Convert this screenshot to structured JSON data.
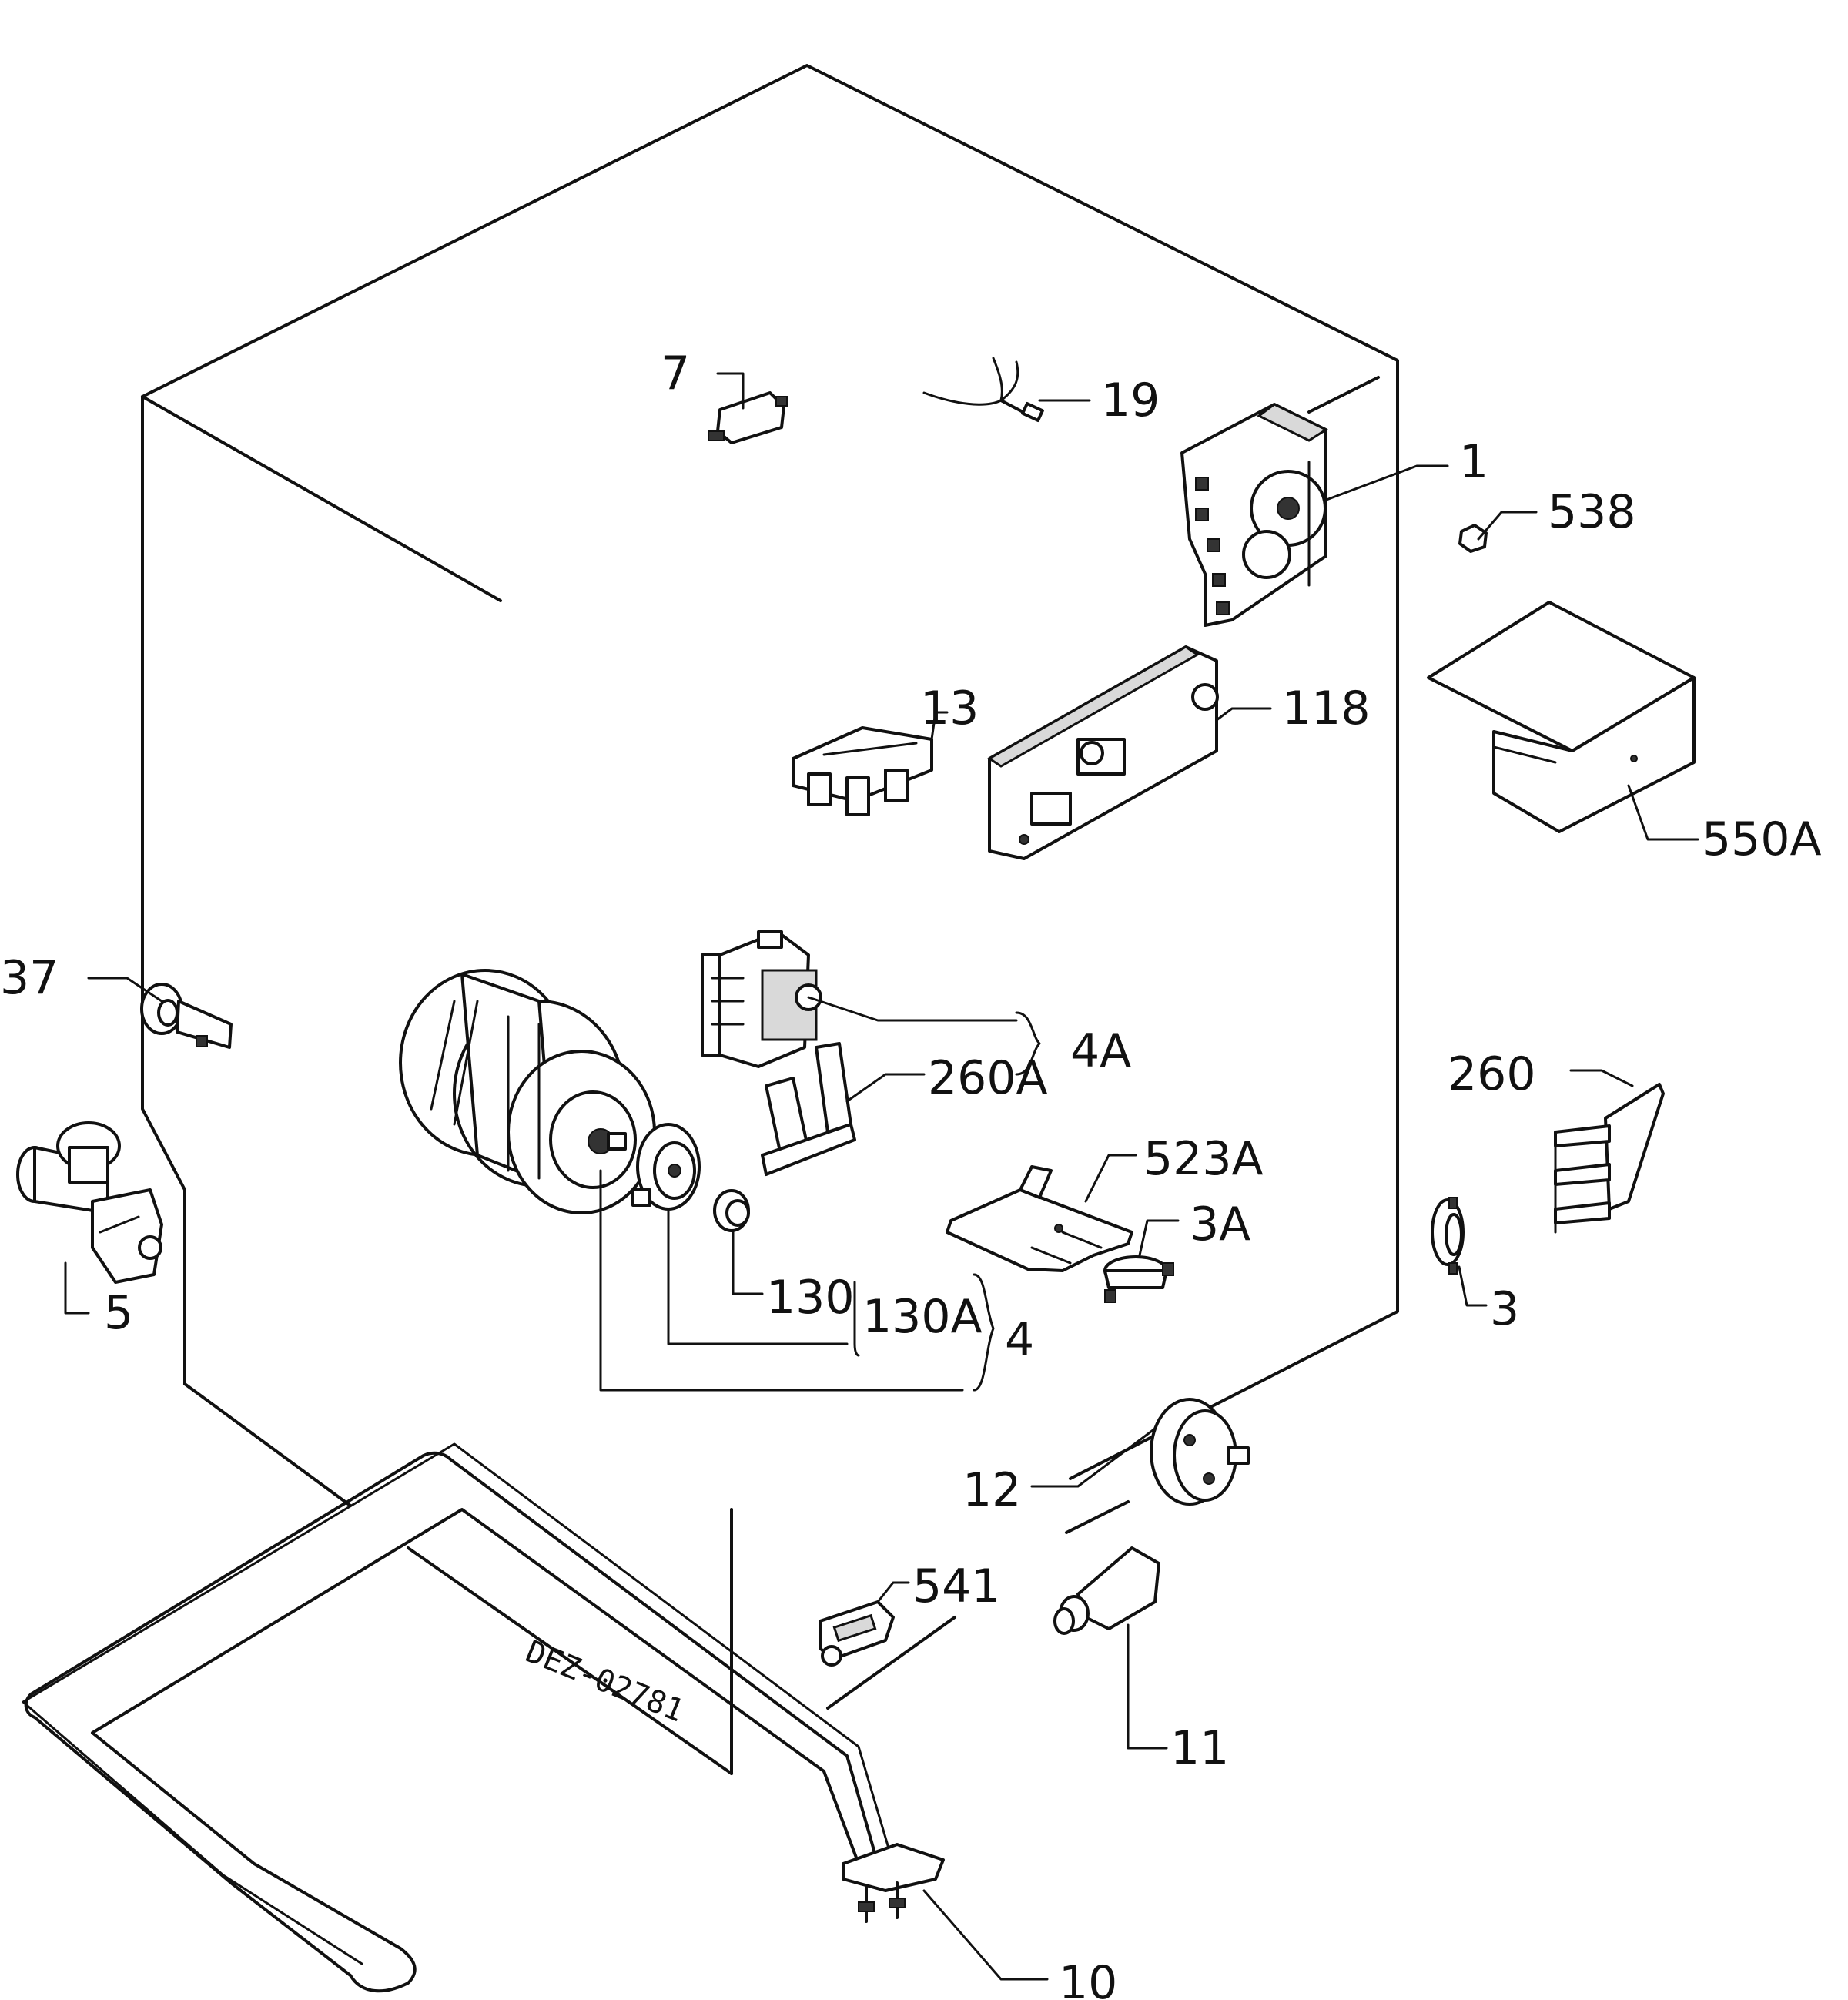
{
  "drawing_code": "DEZ-02781",
  "labels": {
    "p1": "1",
    "p3": "3",
    "p3A": "3A",
    "p4": "4",
    "p4A": "4A",
    "p5": "5",
    "p7": "7",
    "p10": "10",
    "p11": "11",
    "p12": "12",
    "p13": "13",
    "p19": "19",
    "p37": "37",
    "p118": "118",
    "p130": "130",
    "p130A": "130A",
    "p260": "260",
    "p260A": "260A",
    "p523A": "523A",
    "p538": "538",
    "p541": "541",
    "p550A": "550A"
  }
}
